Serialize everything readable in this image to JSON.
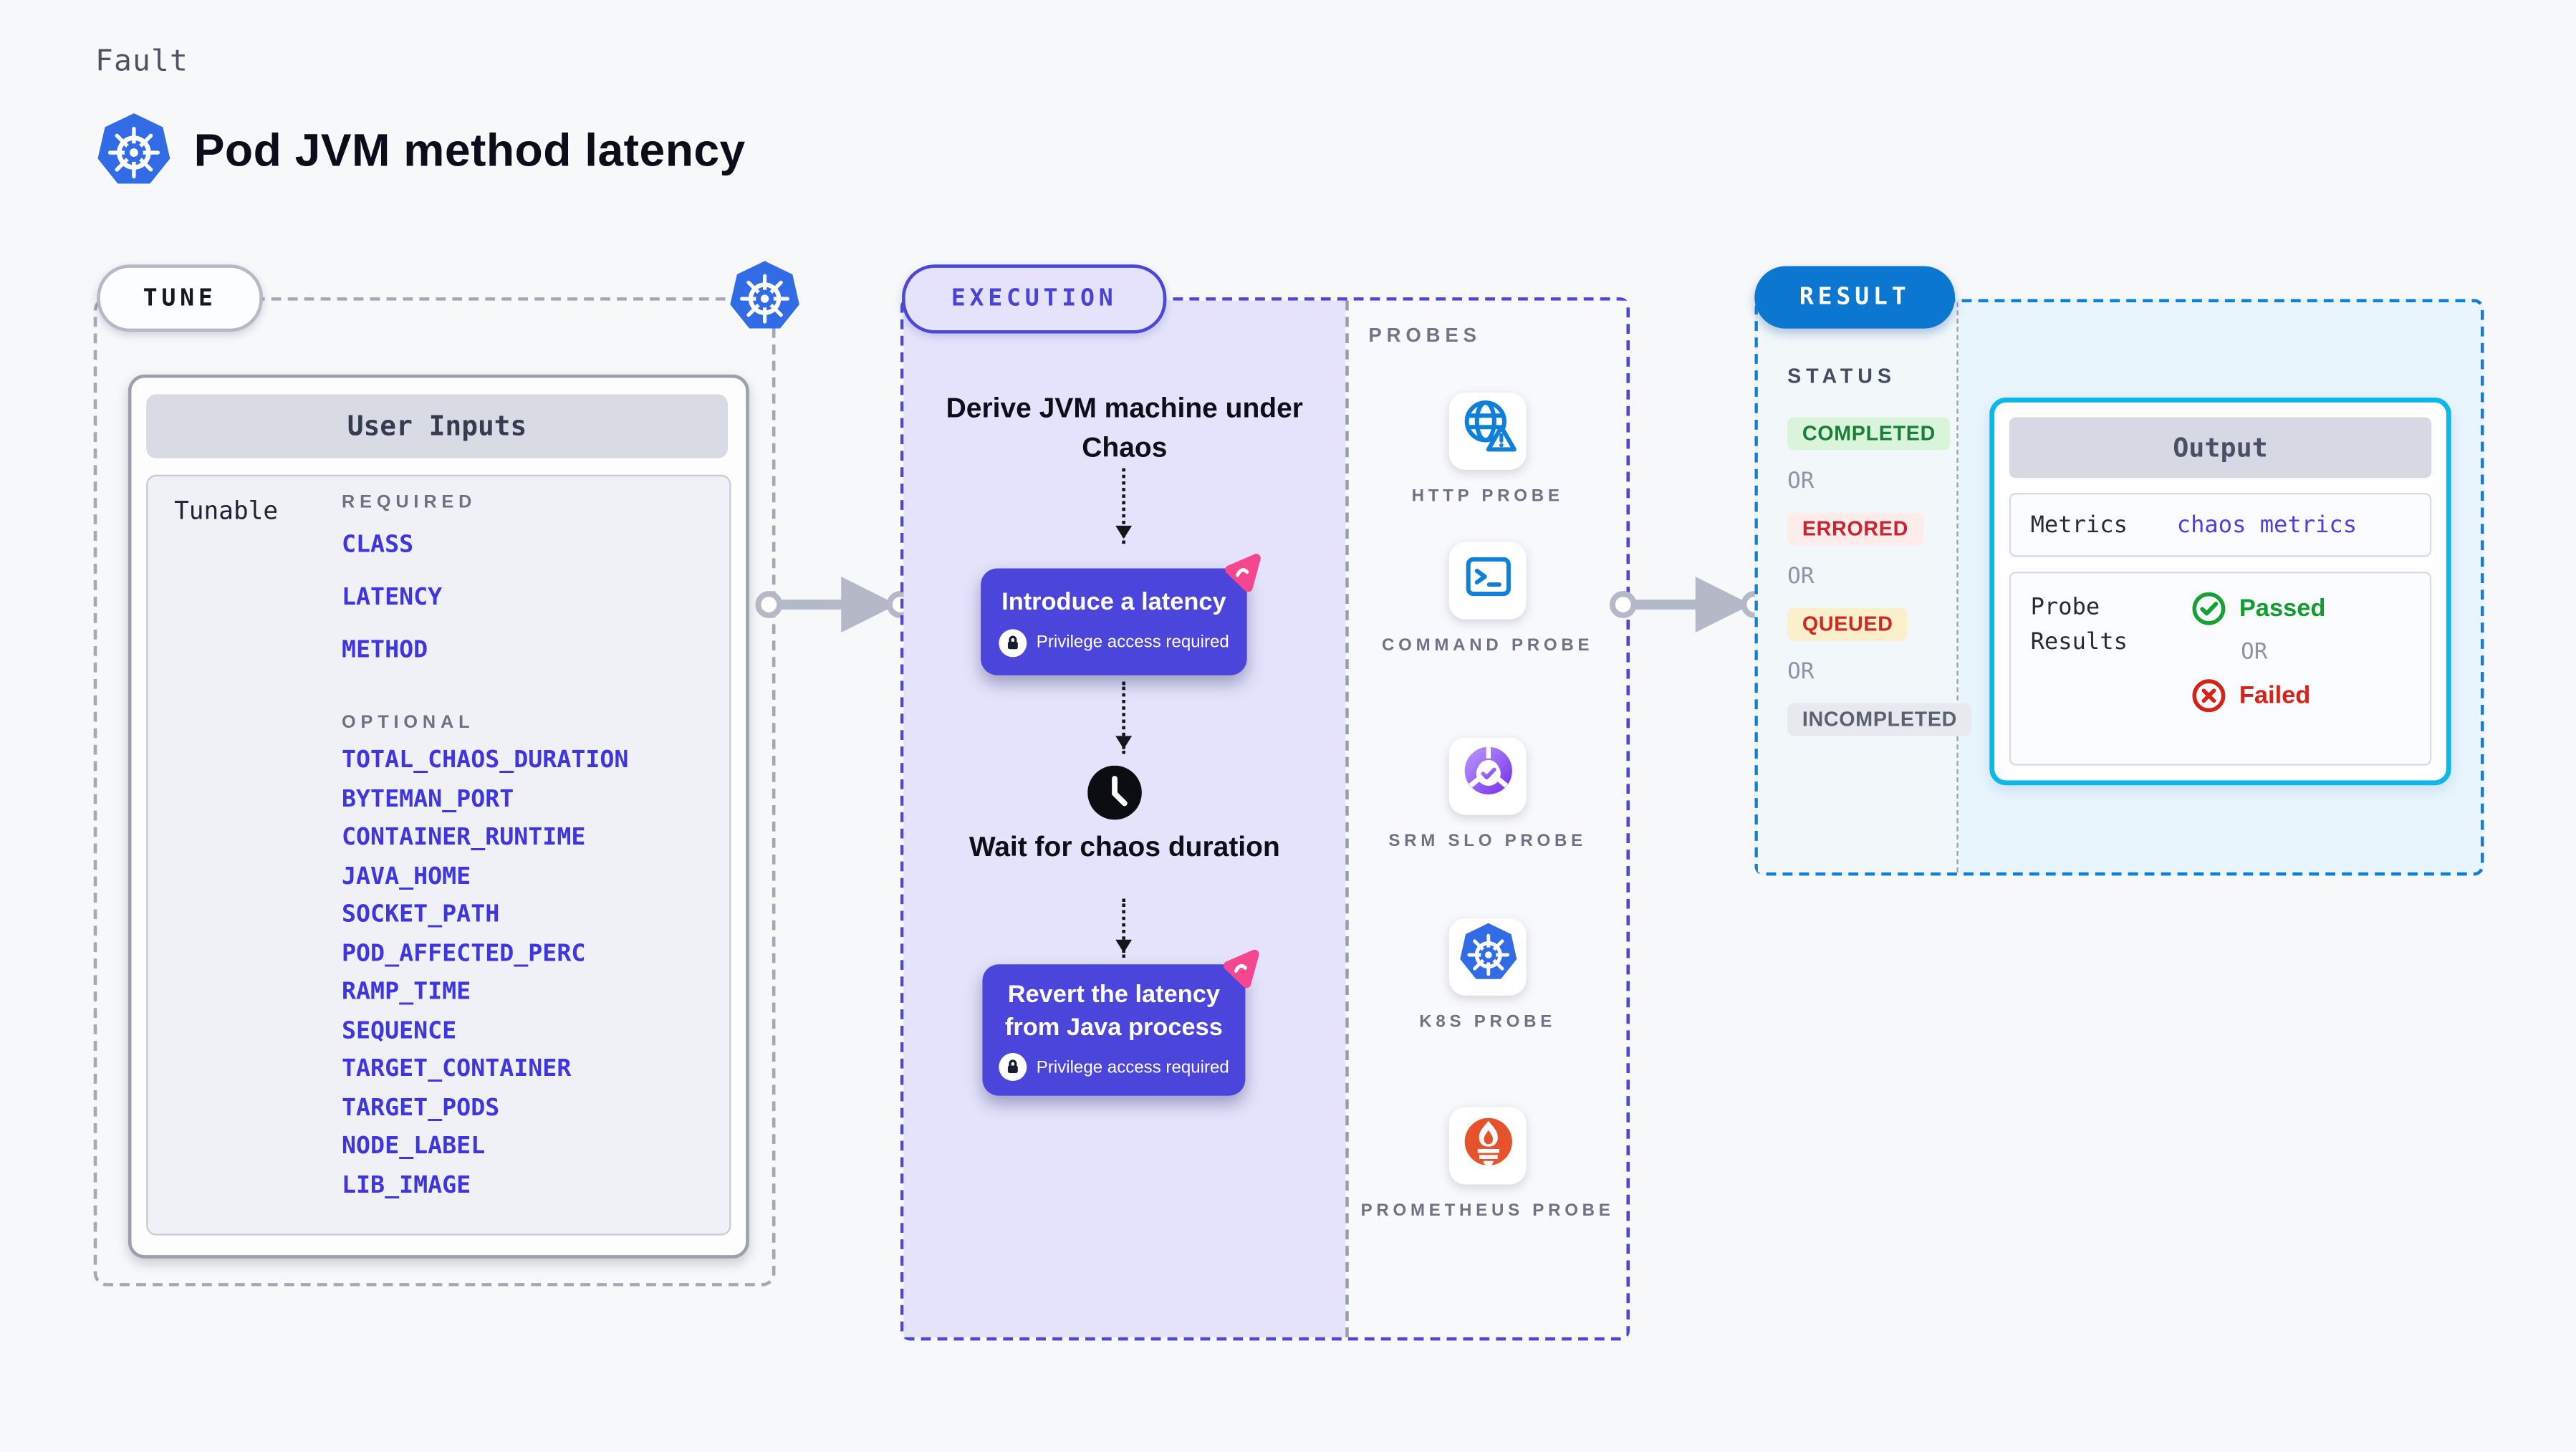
{
  "header": {
    "category": "Fault",
    "title": "Pod JVM method latency"
  },
  "tune": {
    "label": "TUNE",
    "card_title": "User Inputs",
    "tunable_label": "Tunable",
    "required_label": "REQUIRED",
    "required_items": [
      "CLASS",
      "LATENCY",
      "METHOD"
    ],
    "optional_label": "OPTIONAL",
    "optional_items": [
      "TOTAL_CHAOS_DURATION",
      "BYTEMAN_PORT",
      "CONTAINER_RUNTIME",
      "JAVA_HOME",
      "SOCKET_PATH",
      "POD_AFFECTED_PERC",
      "RAMP_TIME",
      "SEQUENCE",
      "TARGET_CONTAINER",
      "TARGET_PODS",
      "NODE_LABEL",
      "LIB_IMAGE"
    ]
  },
  "execution": {
    "label": "EXECUTION",
    "steps": {
      "derive": "Derive JVM machine under Chaos",
      "introduce": "Introduce a latency",
      "privilege_note": "Privilege access required",
      "wait": "Wait for chaos duration",
      "revert": "Revert the latency from Java process"
    },
    "probes_label": "PROBES",
    "probes": [
      {
        "label": "HTTP PROBE",
        "icon": "globe-alert-icon"
      },
      {
        "label": "COMMAND PROBE",
        "icon": "terminal-icon"
      },
      {
        "label": "SRM SLO PROBE",
        "icon": "slo-donut-check-icon"
      },
      {
        "label": "K8S PROBE",
        "icon": "kubernetes-icon"
      },
      {
        "label": "PROMETHEUS PROBE",
        "icon": "prometheus-flame-icon"
      }
    ]
  },
  "result": {
    "label": "RESULT",
    "status_label": "STATUS",
    "or_label": "OR",
    "statuses": [
      {
        "label": "COMPLETED",
        "color": "#177f38",
        "bg": "#daf3db"
      },
      {
        "label": "ERRORED",
        "color": "#cb2431",
        "bg": "#fdecea"
      },
      {
        "label": "QUEUED",
        "color": "#cf2722",
        "bg": "#fcf0cc"
      },
      {
        "label": "INCOMPLETED",
        "color": "#59626f",
        "bg": "#e7e9ee"
      }
    ],
    "output": {
      "title": "Output",
      "metrics_label": "Metrics",
      "metrics_value": "chaos metrics",
      "probe_results_label": "Probe Results",
      "passed_label": "Passed",
      "failed_label": "Failed"
    }
  },
  "colors": {
    "accent_indigo": "#4c45dc",
    "accent_blue": "#0b77d0",
    "accent_cyan": "#0db7e8",
    "kubernetes_blue": "#316ce6",
    "prometheus_orange": "#e6522c",
    "chaos_pink": "#f5478f",
    "passed_green": "#129c30",
    "failed_red": "#d42318"
  }
}
